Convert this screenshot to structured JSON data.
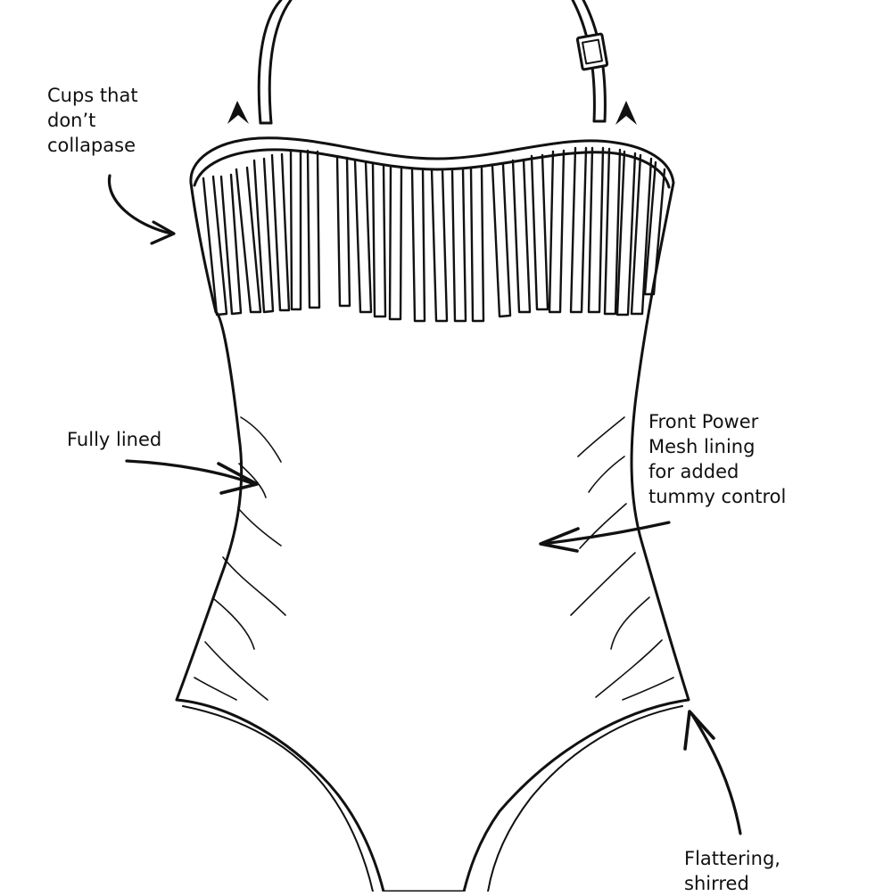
{
  "colors": {
    "ink": "#111111",
    "paper": "#ffffff"
  },
  "callouts": {
    "cups": "Cups that\ndon’t\ncollapase",
    "lined": "Fully lined",
    "mesh": "Front Power\nMesh lining\nfor added\ntummy control",
    "shirred": "Flattering,\nshirred"
  }
}
